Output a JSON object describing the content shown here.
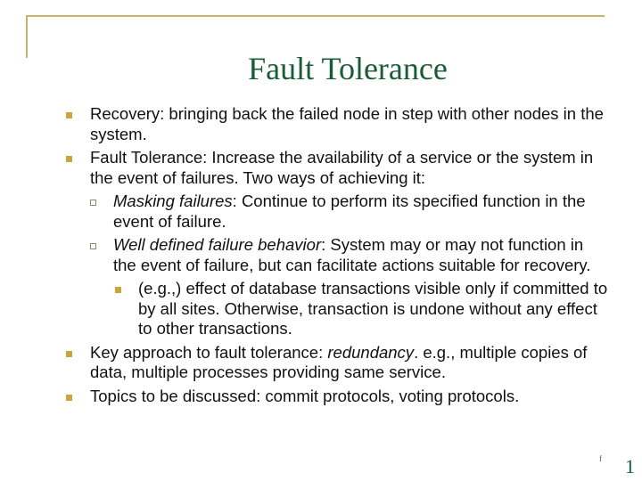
{
  "slide": {
    "title": "Fault Tolerance",
    "accent_color": "#c8b366",
    "title_color": "#1a5c38",
    "bullets": [
      {
        "level": 1,
        "text": "Recovery: bringing back the failed node in step with other nodes in the system."
      },
      {
        "level": 1,
        "text": "Fault Tolerance: Increase the availability of a service or the system in the event of failures. Two ways of achieving it:"
      },
      {
        "level": 2,
        "term": "Masking failures",
        "text": ": Continue to perform its specified function in the event of failure."
      },
      {
        "level": 2,
        "term": "Well defined failure behavior",
        "text": ": System may or may not function in the event of failure, but can facilitate actions suitable for recovery."
      },
      {
        "level": 3,
        "text": "(e.g.,) effect of database transactions visible only if committed to by all sites. Otherwise, transaction is undone without any effect to other transactions."
      },
      {
        "level": 1,
        "pre": "Key approach to fault tolerance: ",
        "term": "redundancy",
        "text": ". e.g., multiple copies of data, multiple processes providing same service."
      },
      {
        "level": 1,
        "text": "Topics to be discussed: commit protocols, voting protocols."
      }
    ],
    "footnote": "f",
    "page_number": "1"
  }
}
